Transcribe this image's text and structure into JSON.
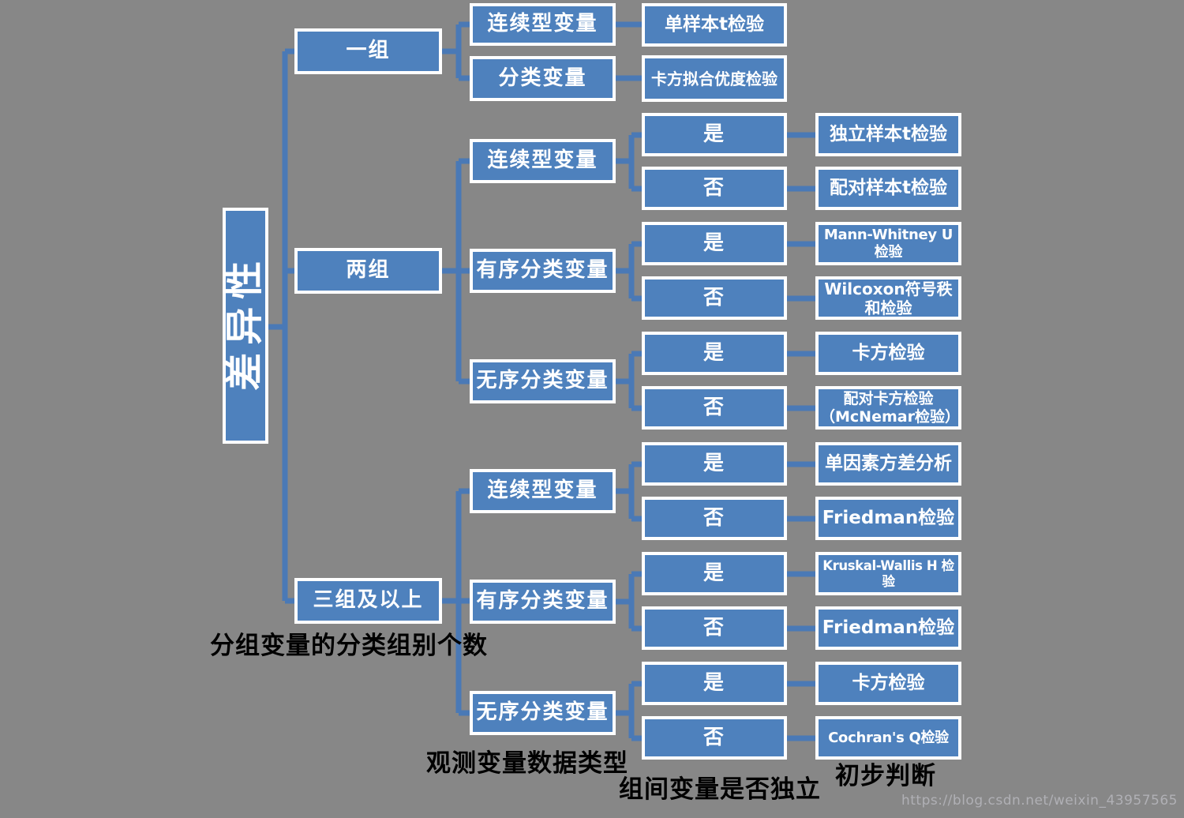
{
  "watermark": "https://blog.csdn.net/weixin_43957565",
  "root": {
    "label": "差异性"
  },
  "level1": {
    "one_group": "一组",
    "two_groups": "两组",
    "three_groups": "三组及以上"
  },
  "level2": {
    "g1_continuous": "连续型变量",
    "g1_categorical": "分类变量",
    "g2_continuous": "连续型变量",
    "g2_ordinal": "有序分类变量",
    "g2_nominal": "无序分类变量",
    "g3_continuous": "连续型变量",
    "g3_ordinal": "有序分类变量",
    "g3_nominal": "无序分类变量"
  },
  "decisions": {
    "yes": "是",
    "no": "否"
  },
  "tests": {
    "one_sample_t": "单样本t检验",
    "chi_goodness": "卡方拟合优度检验",
    "independent_t": "独立样本t检验",
    "paired_t": "配对样本t检验",
    "mann_whitney": "Mann-Whitney U 检验",
    "wilcoxon": "Wilcoxon符号秩和检验",
    "chi_square_two": "卡方检验",
    "mcnemar": "配对卡方检验（McNemar检验）",
    "anova": "单因素方差分析",
    "friedman_a": "Friedman检验",
    "kruskal_wallis": "Kruskal-Wallis H 检验",
    "friedman_b": "Friedman检验",
    "chi_square_three": "卡方检验",
    "cochran_q": "Cochran's Q检验"
  },
  "captions": {
    "group_count": "分组变量的分类组别个数",
    "data_type": "观测变量数据类型",
    "independence": "组间变量是否独立",
    "judgement": "初步判断"
  },
  "colors": {
    "box_fill": "#4e81bd",
    "connector": "#4a79b6",
    "background": "#878787",
    "caption_text": "#000000"
  }
}
